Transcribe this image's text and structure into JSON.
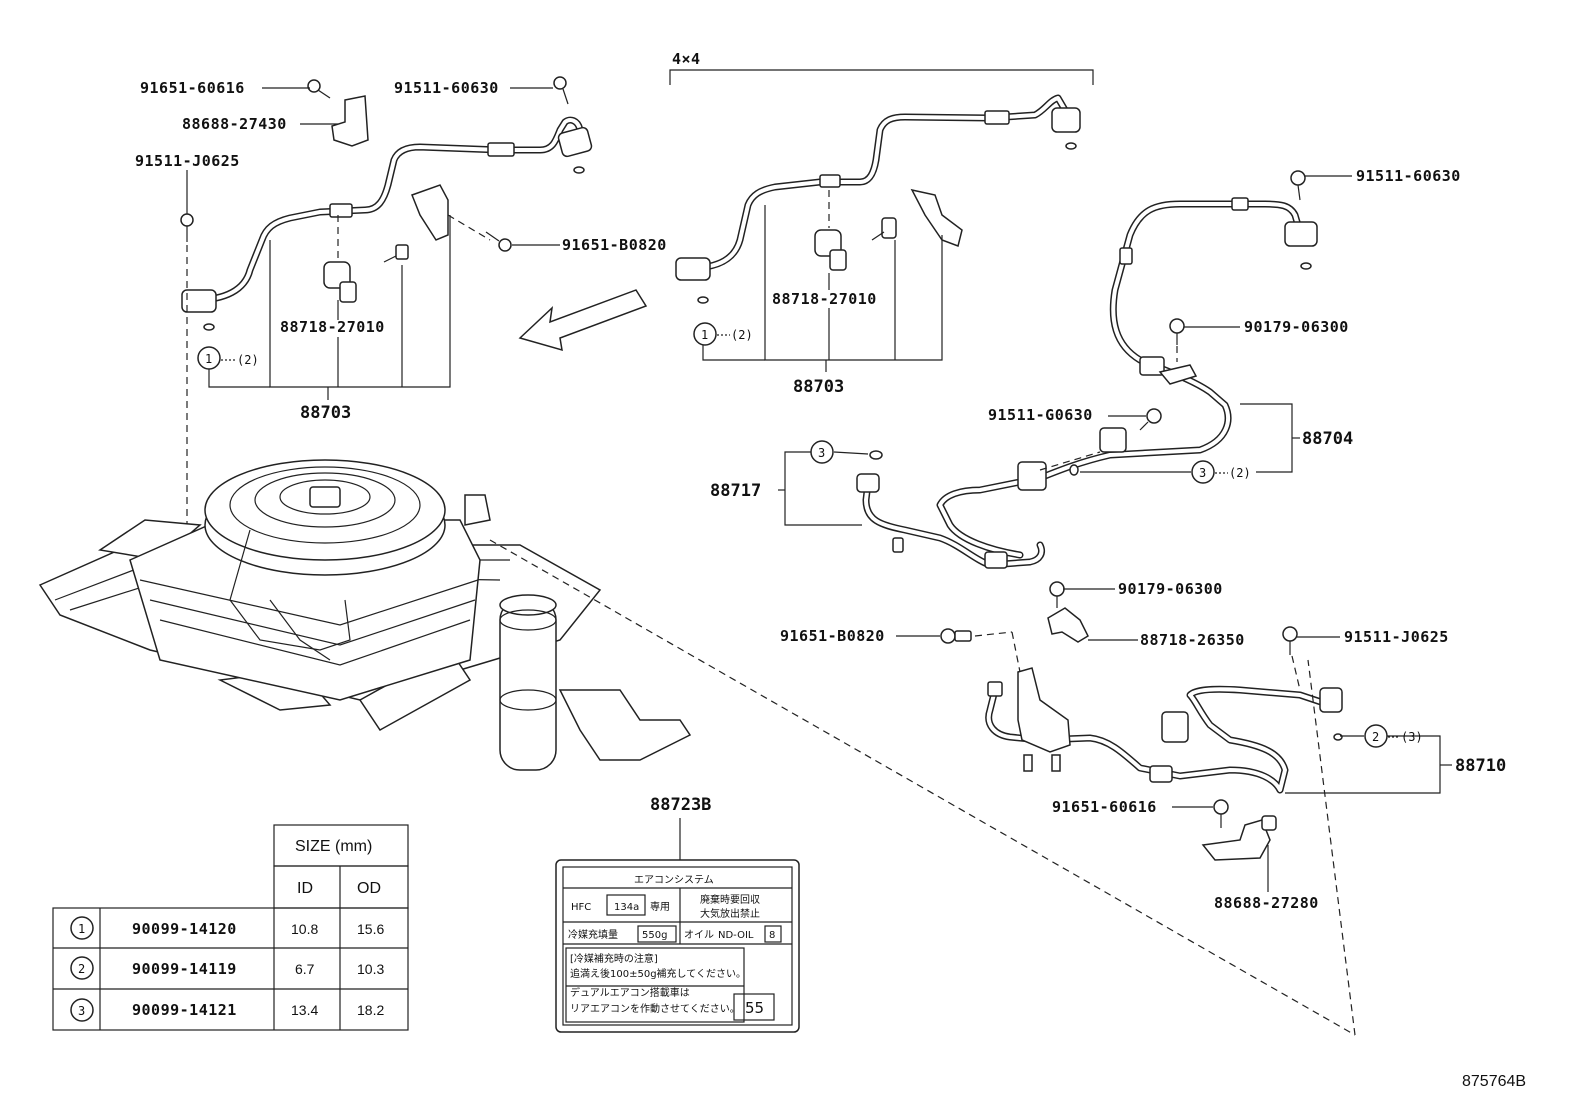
{
  "variant_label": "4×4",
  "diagram_id": "875764B",
  "callouts": {
    "left_group": {
      "bolt_a": "91651-60616",
      "bracket_a": "88688-27430",
      "bolt_b": "91511-60630",
      "bolt_c": "91511-J0625",
      "bolt_d": "91651-B0820",
      "clamp": "88718-27010",
      "hose_assy": "88703",
      "oring_ref": "1",
      "oring_qty": "(2)"
    },
    "center_group": {
      "clamp": "88718-27010",
      "hose_assy": "88703",
      "oring_ref": "1",
      "oring_qty": "(2)"
    },
    "right_group": {
      "bolt_a": "91511-60630",
      "bolt_b": "90179-06300",
      "bolt_c": "91511-G0630",
      "pipe_a": "88704",
      "oring_a_ref": "3",
      "oring_a_qty": "(2)",
      "pipe_b": "88717",
      "oring_b_ref": "3",
      "bolt_d": "90179-06300",
      "bolt_e": "91651-B0820",
      "clamp": "88718-26350",
      "bolt_f": "91511-J0625",
      "oring_c_ref": "2",
      "oring_c_qty": "(3)",
      "pipe_c": "88710",
      "bolt_g": "91651-60616",
      "bracket": "88688-27280"
    },
    "label_part": "88723B"
  },
  "caution_label": {
    "title": "エアコンシステム",
    "refrigerant_prefix": "HFC",
    "refrigerant": "134a",
    "exclusive": "専用",
    "recovery_line1": "廃棄時要回収",
    "recovery_line2": "大気放出禁止",
    "charge_label": "冷媒充填量",
    "charge_amount": "550g",
    "oil_label": "オイル",
    "oil_type": "ND-OIL",
    "oil_grade": "8",
    "note_title": "[冷媒補充時の注意]",
    "note_line1": "追満え後100±50g補充してください。",
    "note_line2": "デュアルエアコン搭載車は",
    "note_line3": "リアエアコンを作動させてください。",
    "code": "55"
  },
  "size_table": {
    "header_size": "SIZE (mm)",
    "header_id": "ID",
    "header_od": "OD",
    "rows": [
      {
        "ref": "1",
        "part": "90099-14120",
        "id": "10.8",
        "od": "15.6"
      },
      {
        "ref": "2",
        "part": "90099-14119",
        "id": "6.7",
        "od": "10.3"
      },
      {
        "ref": "3",
        "part": "90099-14121",
        "id": "13.4",
        "od": "18.2"
      }
    ]
  }
}
